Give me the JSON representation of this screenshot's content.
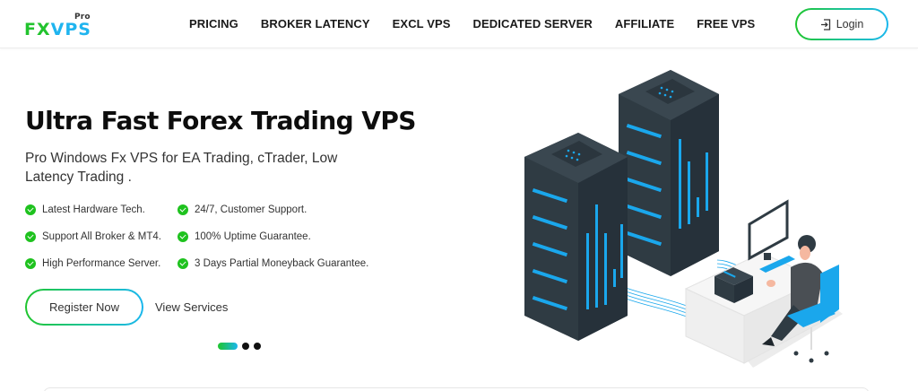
{
  "header": {
    "logo": {
      "pro": "Pro",
      "text_green": "FX",
      "text_blue": "VPS"
    },
    "nav": [
      {
        "label": "PRICING"
      },
      {
        "label": "BROKER LATENCY"
      },
      {
        "label": "EXCL VPS"
      },
      {
        "label": "DEDICATED SERVER"
      },
      {
        "label": "AFFILIATE"
      },
      {
        "label": "FREE VPS"
      }
    ],
    "login": {
      "label": "Login",
      "icon": "login-icon"
    }
  },
  "hero": {
    "title": "Ultra Fast Forex Trading VPS",
    "subtitle": "Pro Windows Fx VPS for EA Trading, cTrader, Low Latency Trading .",
    "features": [
      {
        "label": "Latest Hardware Tech."
      },
      {
        "label": "24/7, Customer Support."
      },
      {
        "label": "Support All Broker & MT4."
      },
      {
        "label": "100% Uptime Guarantee."
      },
      {
        "label": "High Performance Server."
      },
      {
        "label": "3 Days Partial Moneyback Guarantee."
      }
    ],
    "register_label": "Register Now",
    "view_services_label": "View Services",
    "carousel": {
      "active_index": 0,
      "count": 3
    }
  },
  "colors": {
    "green": "#1fc52d",
    "blue": "#1ab7ee",
    "server_dark": "#2f3b43",
    "server_accent": "#1aa7ec"
  }
}
